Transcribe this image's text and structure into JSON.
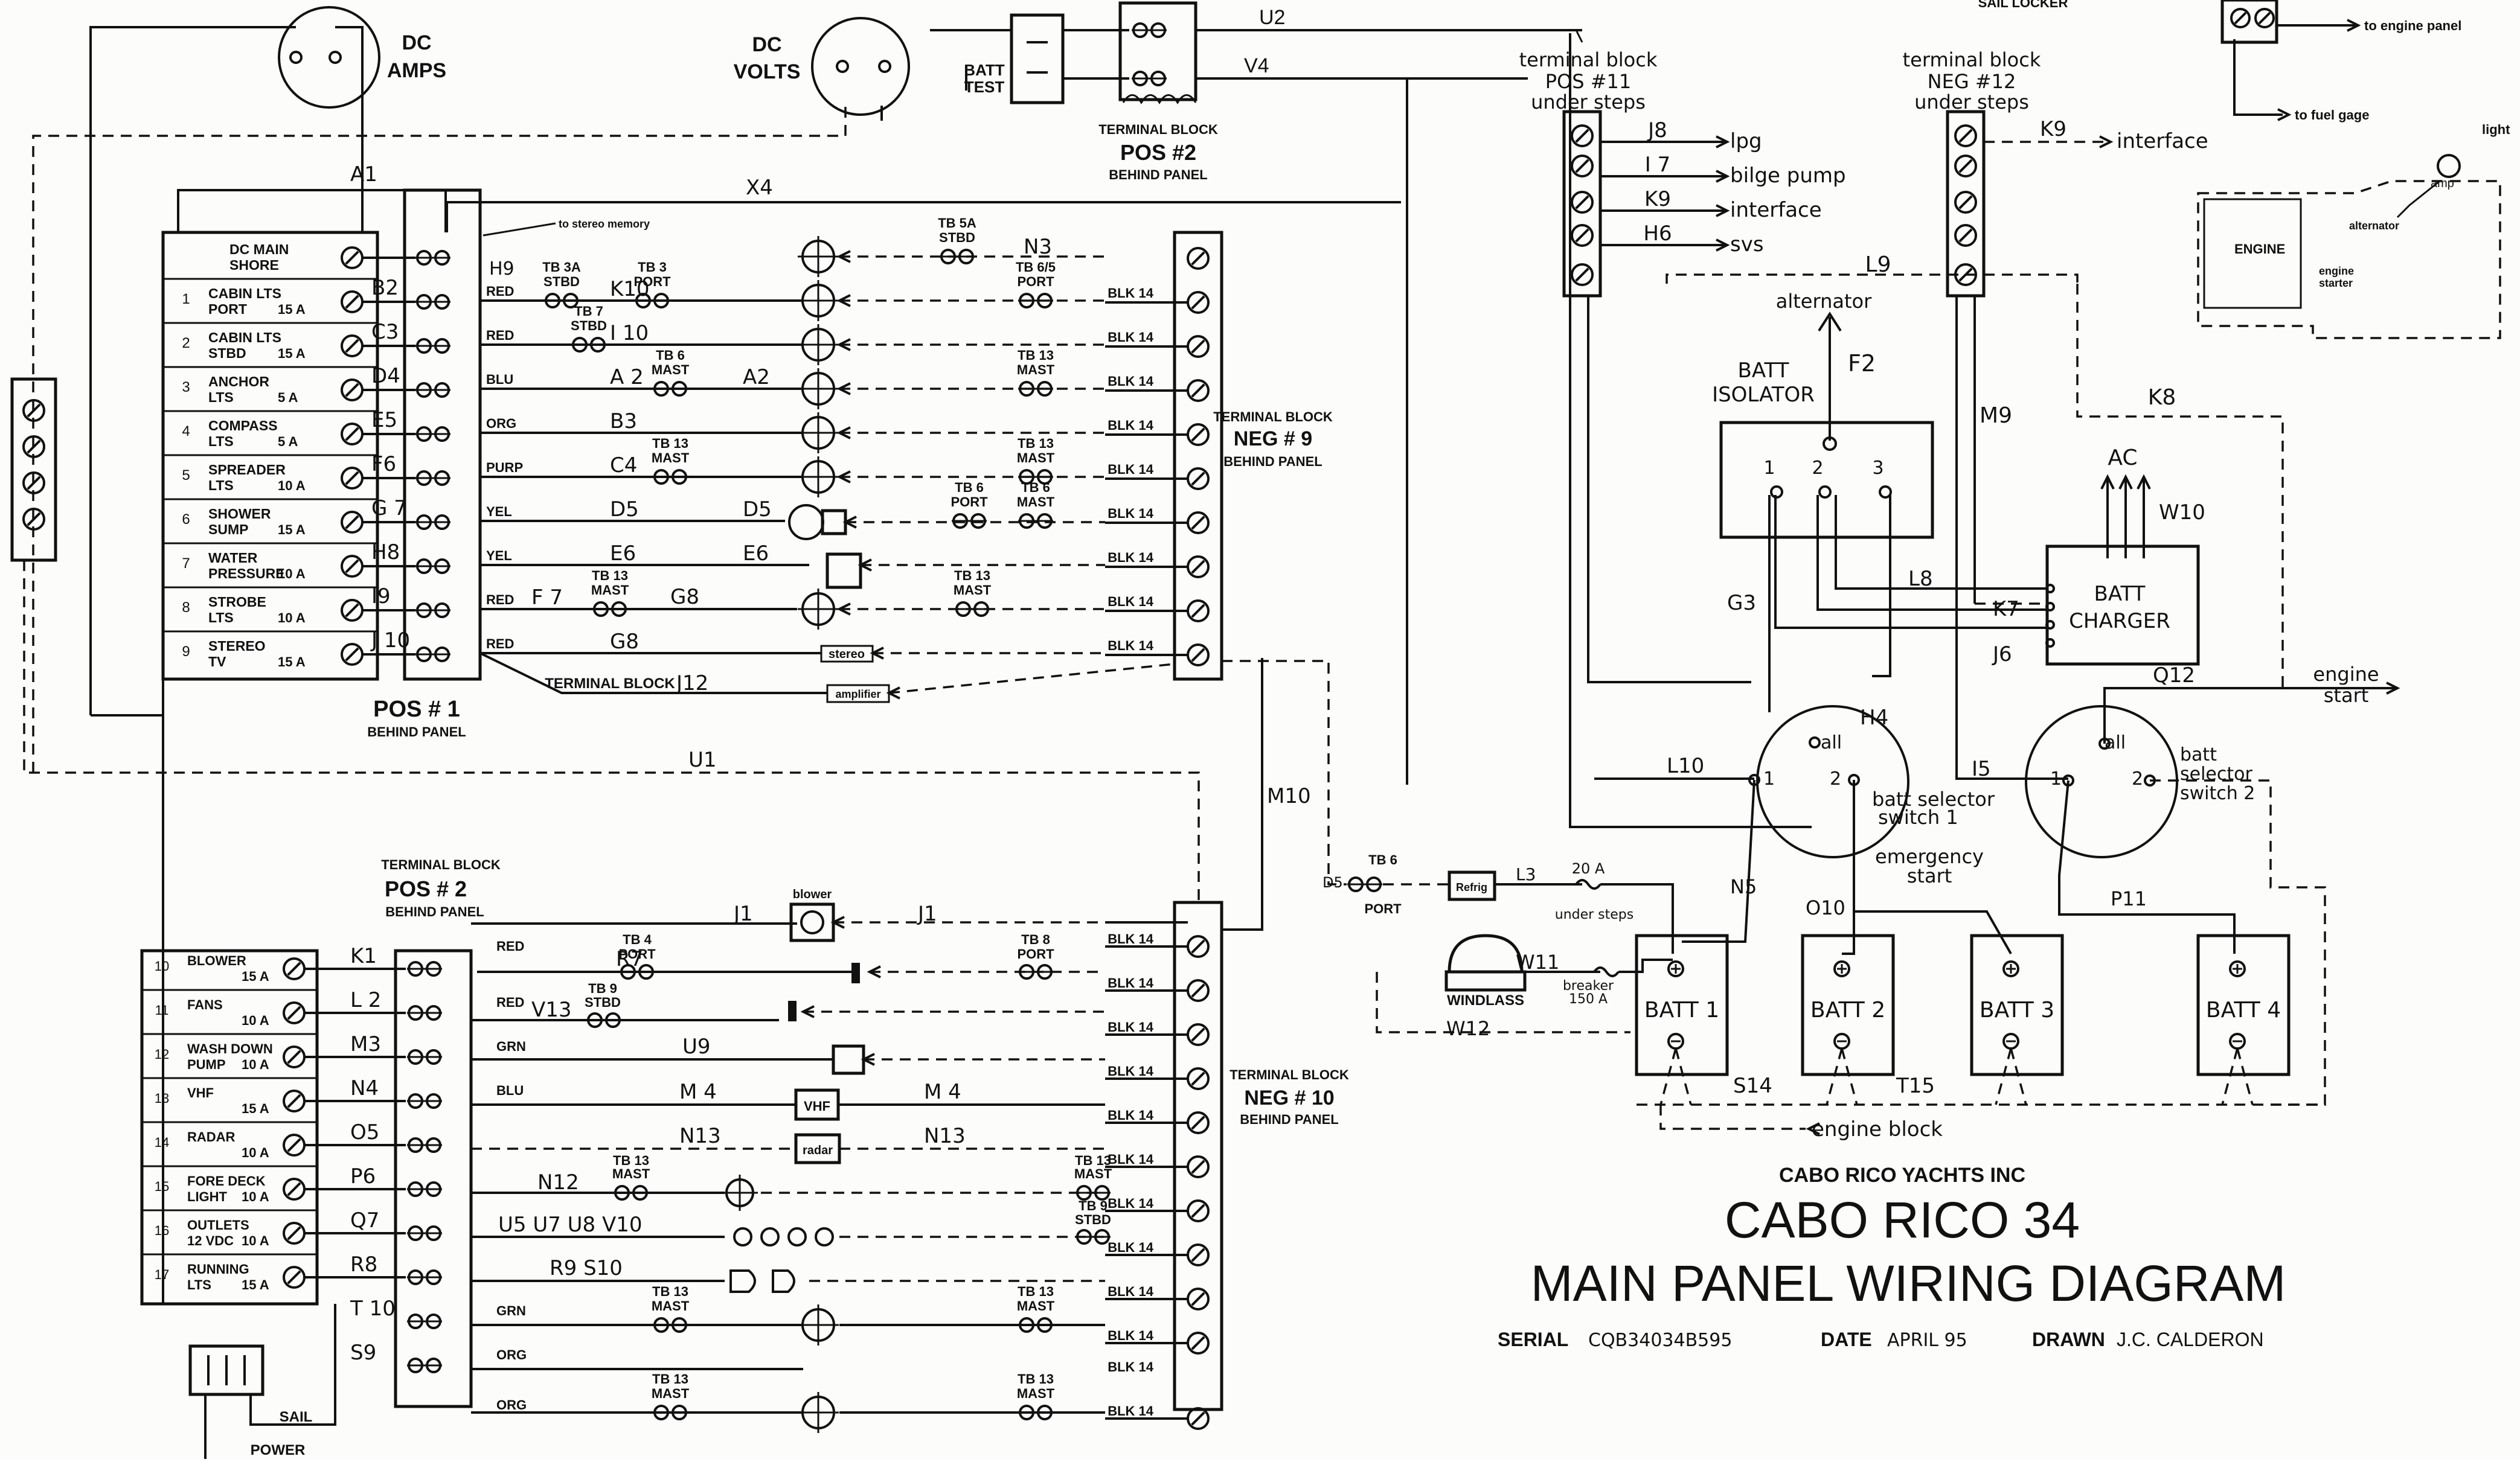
{
  "title_block": {
    "company": "CABO RICO YACHTS INC",
    "model": "CABO RICO 34",
    "title": "MAIN PANEL WIRING DIAGRAM",
    "serial_label": "SERIAL",
    "serial_value": "CQB34034B595",
    "date_label": "DATE",
    "date_value": "APRIL 95",
    "drawn_label": "DRAWN",
    "drawn_value": "J.C. CALDERON"
  },
  "meters": {
    "amps": [
      "DC",
      "AMPS"
    ],
    "volts": [
      "DC",
      "VOLTS"
    ],
    "batt_test": [
      "BATT",
      "TEST"
    ]
  },
  "terminal_blocks": {
    "pos1": {
      "t1": "TERMINAL BLOCK",
      "t2": "POS # 1",
      "t3": "BEHIND PANEL"
    },
    "pos2_top": {
      "t1": "TERMINAL BLOCK",
      "t2": "POS #2",
      "t3": "BEHIND PANEL"
    },
    "pos2": {
      "t1": "TERMINAL BLOCK",
      "t2": "POS # 2",
      "t3": "BEHIND PANEL"
    },
    "neg9": {
      "t1": "TERMINAL BLOCK",
      "t2": "NEG # 9",
      "t3": "BEHIND PANEL"
    },
    "neg10": {
      "t1": "TERMINAL BLOCK",
      "t2": "NEG # 10",
      "t3": "BEHIND PANEL"
    },
    "pos11": {
      "t1": "terminal block",
      "t2": "POS #11",
      "t3": "under steps"
    },
    "neg12": {
      "t1": "terminal block",
      "t2": "NEG #12",
      "t3": "under steps"
    }
  },
  "panel1_breakers": [
    {
      "num": "",
      "l1": "DC MAIN",
      "l2": "SHORE",
      "amp": "",
      "wire": "",
      "color": "",
      "a": "",
      "b": ""
    },
    {
      "num": "1",
      "l1": "CABIN LTS",
      "l2": "PORT",
      "amp": "15 A",
      "wire": "B2",
      "color": "RED",
      "a": "K10",
      "b": ""
    },
    {
      "num": "2",
      "l1": "CABIN LTS",
      "l2": "STBD",
      "amp": "15 A",
      "wire": "C3",
      "color": "RED",
      "a": "I 10",
      "b": ""
    },
    {
      "num": "3",
      "l1": "ANCHOR",
      "l2": "LTS",
      "amp": "5 A",
      "wire": "D4",
      "color": "BLU",
      "a": "A 2",
      "b": "A2"
    },
    {
      "num": "4",
      "l1": "COMPASS",
      "l2": "LTS",
      "amp": "5 A",
      "wire": "E5",
      "color": "ORG",
      "a": "B3",
      "b": ""
    },
    {
      "num": "5",
      "l1": "SPREADER",
      "l2": "LTS",
      "amp": "10 A",
      "wire": "F6",
      "color": "PURP",
      "a": "C4",
      "b": ""
    },
    {
      "num": "6",
      "l1": "SHOWER",
      "l2": "SUMP",
      "amp": "15 A",
      "wire": "G 7",
      "color": "YEL",
      "a": "D5",
      "b": "D5"
    },
    {
      "num": "7",
      "l1": "WATER",
      "l2": "PRESSURE",
      "amp": "10 A",
      "wire": "H8",
      "color": "YEL",
      "a": "E6",
      "b": "E6"
    },
    {
      "num": "8",
      "l1": "STROBE",
      "l2": "LTS",
      "amp": "10 A",
      "wire": "I9",
      "color": "RED",
      "a": "F 7",
      "b": ""
    },
    {
      "num": "9",
      "l1": "STEREO",
      "l2": "TV",
      "amp": "15 A",
      "wire": "J 10",
      "color": "RED",
      "a": "G8",
      "b": "J12"
    }
  ],
  "panel2_breakers": [
    {
      "num": "10",
      "l1": "BLOWER",
      "l2": "",
      "amp": "15 A",
      "wire": "K1",
      "color": "RED",
      "a": "J1",
      "b": "J1"
    },
    {
      "num": "11",
      "l1": "FANS",
      "l2": "",
      "amp": "10 A",
      "wire": "L 2",
      "color": "RED",
      "a": "V13",
      "b": "R7"
    },
    {
      "num": "12",
      "l1": "WASH DOWN",
      "l2": "PUMP",
      "amp": "10 A",
      "wire": "M3",
      "color": "GRN",
      "a": "U9",
      "b": ""
    },
    {
      "num": "13",
      "l1": "VHF",
      "l2": "",
      "amp": "15 A",
      "wire": "N4",
      "color": "BLU",
      "a": "M 4",
      "b": "M 4"
    },
    {
      "num": "14",
      "l1": "RADAR",
      "l2": "",
      "amp": "10 A",
      "wire": "O5",
      "color": "",
      "a": "N13",
      "b": "N13"
    },
    {
      "num": "15",
      "l1": "FORE DECK",
      "l2": "LIGHT",
      "amp": "10 A",
      "wire": "P6",
      "color": "",
      "a": "N12",
      "b": ""
    },
    {
      "num": "16",
      "l1": "OUTLETS",
      "l2": "12 VDC",
      "amp": "10 A",
      "wire": "Q7",
      "color": "",
      "a": "U5 U7 U8 V10",
      "b": ""
    },
    {
      "num": "17",
      "l1": "RUNNING",
      "l2": "LTS",
      "amp": "15 A",
      "wire": "R8",
      "color": "",
      "a": "R9  S10",
      "b": ""
    },
    {
      "num": "",
      "l1": "",
      "l2": "",
      "amp": "",
      "wire": "T 10",
      "color": "GRN",
      "a": "",
      "b": ""
    },
    {
      "num": "",
      "l1": "",
      "l2": "",
      "amp": "",
      "wire": "S9",
      "color": "ORG",
      "a": "",
      "b": ""
    }
  ],
  "neg_label": "BLK 14",
  "tb_labels": {
    "tb3a": [
      "TB 3A",
      "STBD"
    ],
    "tb3": [
      "TB 3",
      "PORT"
    ],
    "tb7": [
      "TB 7",
      "STBD"
    ],
    "tb5a": [
      "TB 5A",
      "STBD"
    ],
    "tb65": [
      "TB 6/5",
      "PORT"
    ],
    "tb6m": [
      "TB 6",
      "MAST"
    ],
    "tb13": [
      "TB 13",
      "MAST"
    ],
    "tb6p": [
      "TB 6",
      "PORT"
    ],
    "tb4": [
      "TB 4",
      "PORT"
    ],
    "tb9": [
      "TB 9",
      "STBD"
    ],
    "tb8": [
      "TB 8",
      "PORT"
    ]
  },
  "top_wires": {
    "u2": "U2",
    "v4": "V4",
    "a1": "A1",
    "x4": "X4",
    "n3": "N3",
    "h9": "H9",
    "u1": "U1",
    "m10": "M10",
    "stereo_memory": "to stereo memory"
  },
  "devices": {
    "stereo": "stereo",
    "amplifier": "amplifier",
    "blower": "blower",
    "vhf": "VHF",
    "radar": "radar",
    "refrig": "Refrig"
  },
  "pos11_wires": [
    {
      "wire": "J8",
      "dest": "lpg"
    },
    {
      "wire": "I 7",
      "dest": "bilge pump"
    },
    {
      "wire": "K9",
      "dest": "interface"
    },
    {
      "wire": "H6",
      "dest": "svs"
    }
  ],
  "neg12_wires": [
    {
      "wire": "K9",
      "dest": "interface"
    }
  ],
  "power_section": {
    "alternator": "alternator",
    "f2": "F2",
    "isolator": [
      "BATT",
      "ISOLATOR"
    ],
    "iso_terms": [
      "1",
      "2",
      "3"
    ],
    "l9": "L9",
    "m9": "M9",
    "k8": "K8",
    "ac": "AC",
    "w10": "W10",
    "charger": [
      "BATT",
      "CHARGER"
    ],
    "l8": "L8",
    "k7": "K7",
    "j6": "J6",
    "g3": "G3",
    "h4": "H4",
    "l10": "L10",
    "i5": "I5",
    "q12": "Q12",
    "engine_start": [
      "engine",
      "start"
    ],
    "sw1": {
      "all": "all",
      "p1": "1",
      "p2": "2",
      "label": [
        "batt selector",
        "switch  1"
      ]
    },
    "sw2": {
      "all": "all",
      "p1": "1",
      "p2": "2",
      "label": [
        "batt",
        "selector",
        "switch 2"
      ]
    },
    "emergency": [
      "emergency",
      "start"
    ],
    "n5": "N5",
    "o10": "O10",
    "p11": "P11",
    "d5": "D5",
    "tb6": [
      "TB 6",
      "PORT"
    ],
    "l3": "L3",
    "fuse20": [
      "20 A",
      "under steps"
    ],
    "windlass": "WINDLASS",
    "w11": "W11",
    "breaker": [
      "breaker",
      "150 A"
    ],
    "w12": "W12",
    "batteries": [
      "BATT 1",
      "BATT 2",
      "BATT 3",
      "BATT 4"
    ],
    "s14": "S14",
    "t15": "T15",
    "engine_block": "engine block"
  },
  "engine_inset": {
    "sail_locker": "SAIL LOCKER",
    "to_engine_panel": "to engine panel",
    "to_fuel_gage": "to fuel gage",
    "light": "light",
    "amp": "amp",
    "alternator": "alternator",
    "engine": "ENGINE",
    "starter": [
      "engine",
      "starter"
    ]
  },
  "bottom": {
    "sail": "SAIL",
    "power": "POWER"
  }
}
